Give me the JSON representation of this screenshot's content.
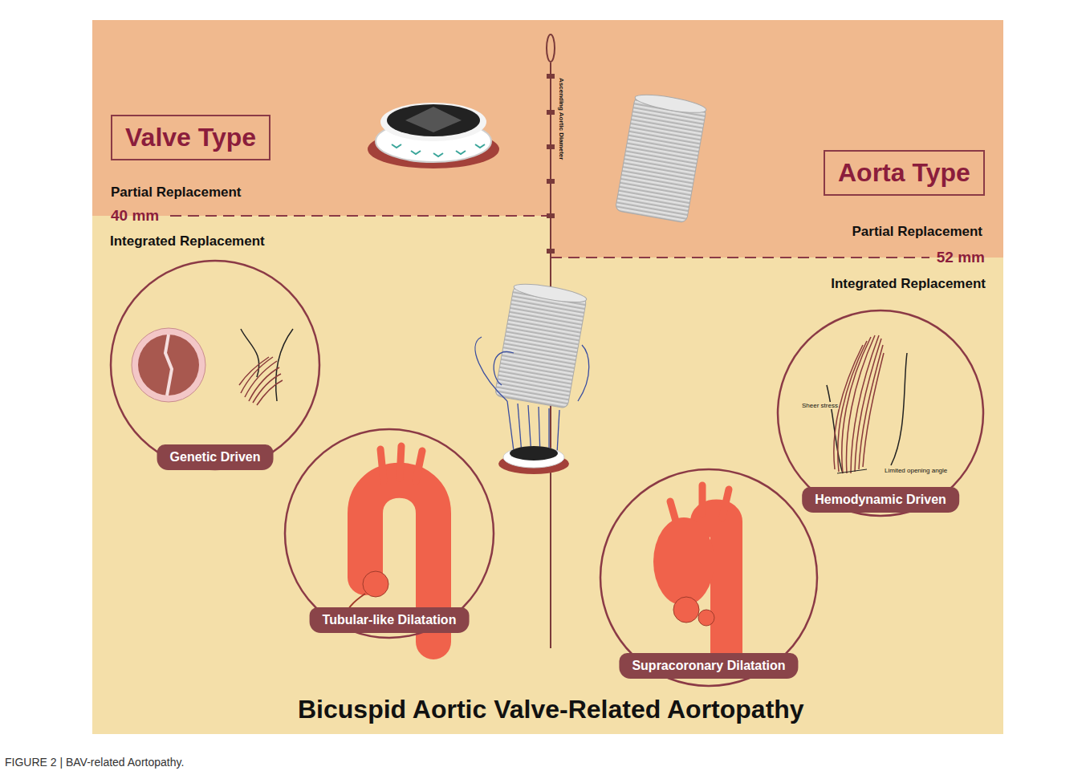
{
  "diagram": {
    "title": "Bicuspid Aortic Valve-Related Aortopathy",
    "caption": "FIGURE 2 | BAV-related Aortopathy.",
    "nodes": [
      {
        "text": [
          "Valve Type"
        ]
      },
      {
        "text": [
          "Aorta Type"
        ]
      },
      {
        "text": [
          "Genetic Driven"
        ]
      },
      {
        "text": [
          "Hemodynamic Driven"
        ]
      },
      {
        "text": [
          "Tubular-like Dilatation"
        ]
      },
      {
        "text": [
          "Supracoronary  Dilatation"
        ]
      }
    ],
    "labels": [
      "Partial Replacement",
      "40 mm",
      "Integrated Replacement",
      "Partial Replacement",
      "52 mm",
      "Integrated Replacement",
      "Ascending Aortic Diameter",
      "Sheer stress",
      "Limited opening angle"
    ]
  }
}
